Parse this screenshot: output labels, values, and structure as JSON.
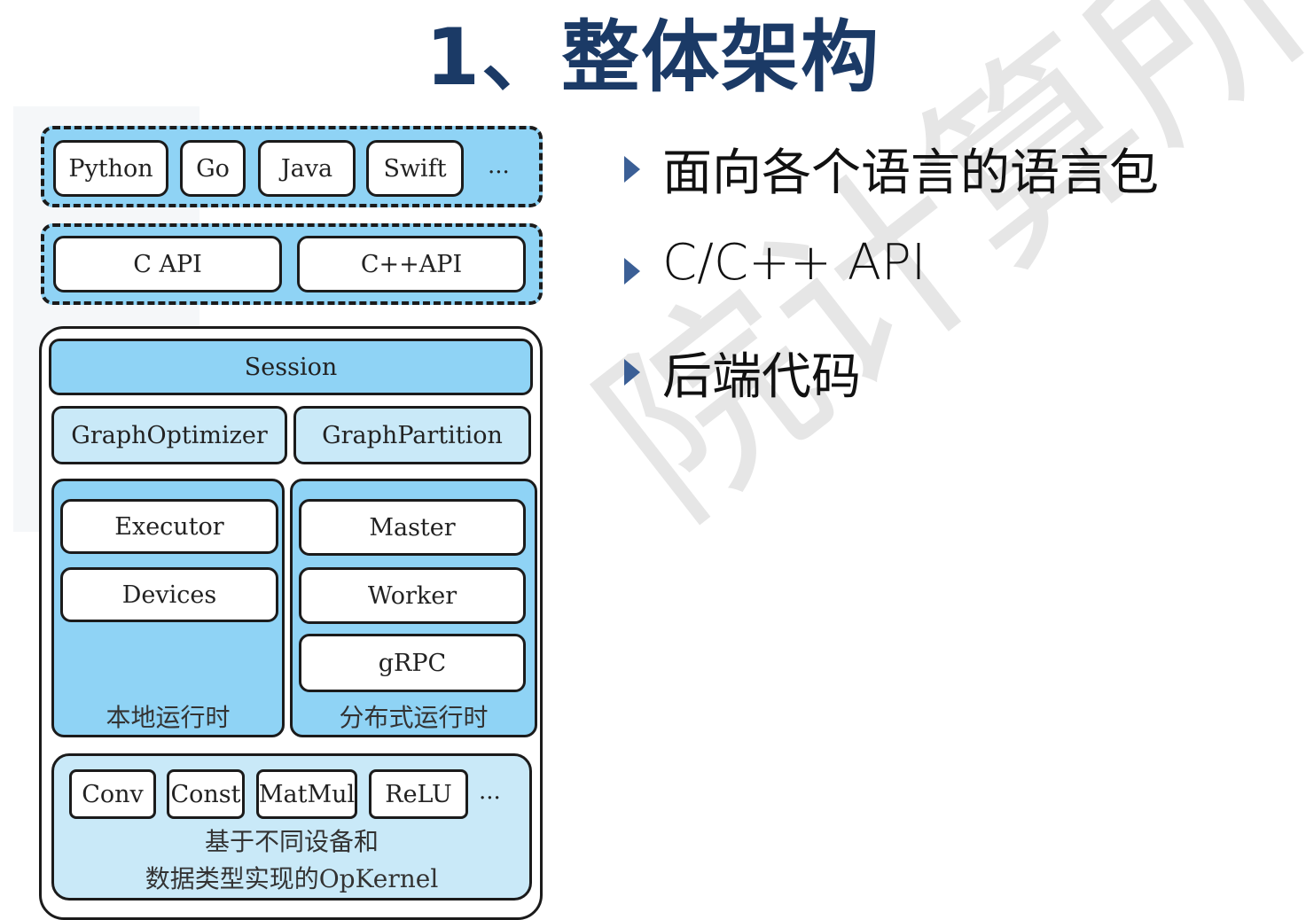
{
  "title": "1、整体架构",
  "watermark": "院计算所",
  "bullets": [
    "面向各个语言的语言包",
    "C/C++ API",
    "后端代码"
  ],
  "diagram": {
    "languages": [
      "Python",
      "Go",
      "Java",
      "Swift"
    ],
    "languages_more": "...",
    "apis": [
      "C API",
      "C++API"
    ],
    "session": "Session",
    "optimizer": "GraphOptimizer",
    "partition": "GraphPartition",
    "local": {
      "items": [
        "Executor",
        "Devices"
      ],
      "label": "本地运行时"
    },
    "distributed": {
      "items": [
        "Master",
        "Worker",
        "gRPC"
      ],
      "label": "分布式运行时"
    },
    "kernels": [
      "Conv",
      "Const",
      "MatMul",
      "ReLU"
    ],
    "kernels_more": "...",
    "kernel_label_1": "基于不同设备和",
    "kernel_label_2": "数据类型实现的OpKernel"
  },
  "colors": {
    "title": "#1b3a66",
    "box_blue": "#8fd3f5",
    "box_light": "#c9e9f8",
    "bullet_arrow": "#3b5f96"
  }
}
